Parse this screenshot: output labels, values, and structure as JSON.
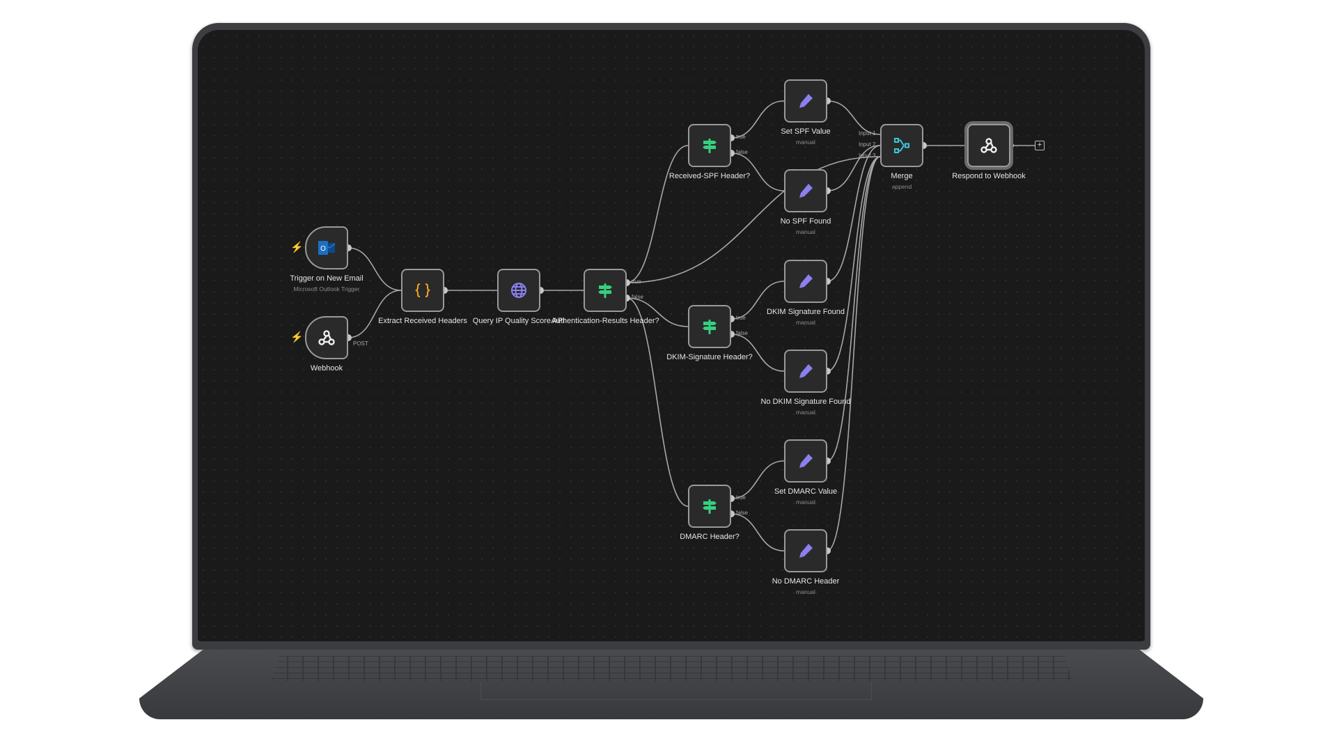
{
  "workflow": {
    "nodes": [
      {
        "id": "trigger",
        "label": "Trigger on New Email",
        "subtitle": "Microsoft Outlook Trigger",
        "icon": "outlook-icon",
        "kind": "trigger"
      },
      {
        "id": "webhook",
        "label": "Webhook",
        "subtitle": "",
        "icon": "webhook-icon",
        "kind": "trigger",
        "port_label": "POST"
      },
      {
        "id": "extract",
        "label": "Extract Received Headers",
        "subtitle": "",
        "icon": "code-braces-icon"
      },
      {
        "id": "query",
        "label": "Query IP Quality Score API",
        "subtitle": "",
        "icon": "globe-icon"
      },
      {
        "id": "auth",
        "label": "Authentication-Results Header?",
        "subtitle": "",
        "icon": "signpost-icon",
        "branches": [
          "true",
          "false"
        ]
      },
      {
        "id": "spfif",
        "label": "Received-SPF Header?",
        "subtitle": "",
        "icon": "signpost-icon",
        "branches": [
          "true",
          "false"
        ]
      },
      {
        "id": "setspf",
        "label": "Set SPF Value",
        "subtitle": "manual",
        "icon": "pencil-icon"
      },
      {
        "id": "nospf",
        "label": "No SPF Found",
        "subtitle": "manual",
        "icon": "pencil-icon"
      },
      {
        "id": "dkimif",
        "label": "DKIM-Signature Header?",
        "subtitle": "",
        "icon": "signpost-icon",
        "branches": [
          "true",
          "false"
        ]
      },
      {
        "id": "dkimfound",
        "label": "DKIM Signature Found",
        "subtitle": "manual",
        "icon": "pencil-icon"
      },
      {
        "id": "nodkim",
        "label": "No DKIM Signature Found",
        "subtitle": "manual",
        "icon": "pencil-icon"
      },
      {
        "id": "dmarcif",
        "label": "DMARC Header?",
        "subtitle": "",
        "icon": "signpost-icon",
        "branches": [
          "true",
          "false"
        ]
      },
      {
        "id": "setdmarc",
        "label": "Set DMARC Value",
        "subtitle": "manual",
        "icon": "pencil-icon"
      },
      {
        "id": "nodmarc",
        "label": "No DMARC Header",
        "subtitle": "manual",
        "icon": "pencil-icon"
      },
      {
        "id": "merge",
        "label": "Merge",
        "subtitle": "append",
        "icon": "merge-icon",
        "inputs": [
          "Input 1",
          "Input 2",
          "Input 3"
        ]
      },
      {
        "id": "respond",
        "label": "Respond to Webhook",
        "subtitle": "",
        "icon": "webhook-icon",
        "selected": true
      }
    ],
    "add_node_label": "+",
    "colors": {
      "signpost": "#35d07f",
      "pencil": "#8b80f0",
      "globe": "#8b80f0",
      "braces": "#f5a623",
      "merge": "#3cc6e0",
      "outlook": "#1e6fc4",
      "bolt": "#ff6d5a"
    }
  }
}
